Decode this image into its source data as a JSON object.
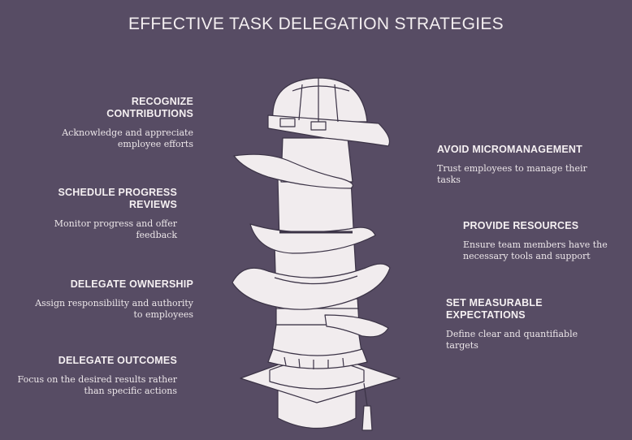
{
  "title": "EFFECTIVE TASK DELEGATION STRATEGIES",
  "colors": {
    "background": "#574c64",
    "hats": "#f1ecee",
    "outline": "#3b3346"
  },
  "illustration": "stack-of-hats-icon",
  "left_items": [
    {
      "heading": "RECOGNIZE CONTRIBUTIONS",
      "description": "Acknowledge and appreciate employee efforts"
    },
    {
      "heading": "SCHEDULE PROGRESS REVIEWS",
      "description": "Monitor progress and offer feedback"
    },
    {
      "heading": "DELEGATE OWNERSHIP",
      "description": "Assign responsibility and authority to employees"
    },
    {
      "heading": "DELEGATE OUTCOMES",
      "description": "Focus on the desired results rather than specific actions"
    }
  ],
  "right_items": [
    {
      "heading": "AVOID MICROMANAGEMENT",
      "description": "Trust employees to manage their tasks"
    },
    {
      "heading": "PROVIDE RESOURCES",
      "description": "Ensure team members have the necessary tools and support"
    },
    {
      "heading": "SET MEASURABLE EXPECTATIONS",
      "description": "Define clear and quantifiable targets"
    }
  ]
}
